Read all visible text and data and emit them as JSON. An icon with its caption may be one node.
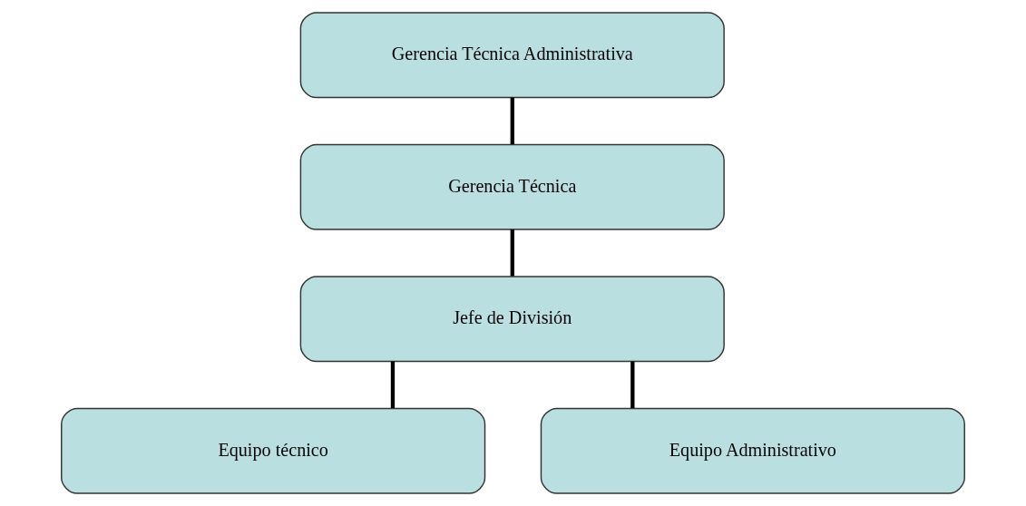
{
  "diagram": {
    "nodes": [
      {
        "text": [
          "Gerencia Técnica Administrativa"
        ]
      },
      {
        "text": [
          "Gerencia Técnica"
        ]
      },
      {
        "text": [
          "Jefe de División"
        ]
      },
      {
        "text": [
          "Equipo técnico"
        ]
      },
      {
        "text": [
          "Equipo Administrativo"
        ]
      }
    ],
    "edges": [
      {
        "from": 0,
        "to": 1,
        "arrow": "none"
      },
      {
        "from": 1,
        "to": 2,
        "arrow": "none"
      },
      {
        "from": 2,
        "to": 3,
        "arrow": "none"
      },
      {
        "from": 2,
        "to": 4,
        "arrow": "none"
      }
    ]
  }
}
